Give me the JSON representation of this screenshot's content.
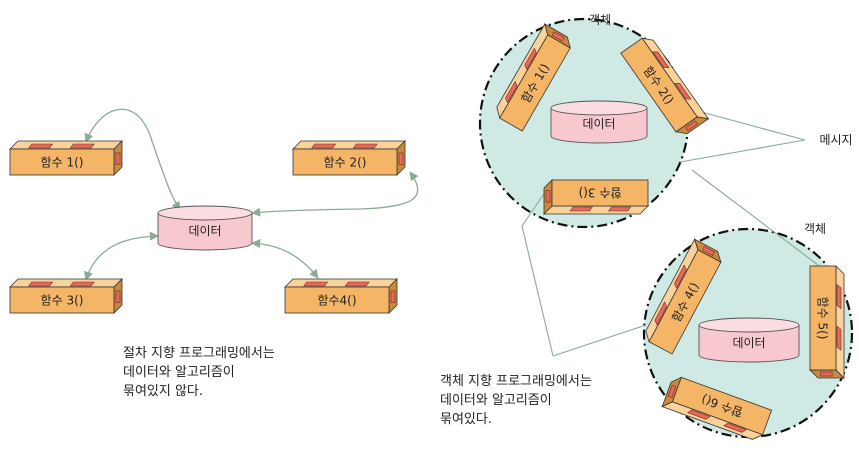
{
  "procedural": {
    "functions": [
      "함수 1()",
      "함수 2()",
      "함수 3()",
      "함수4()"
    ],
    "data_label": "데이터",
    "caption_lines": [
      "절차 지향 프로그래밍에서는",
      "데이터와 알고리즘이",
      "묶여있지 않다."
    ]
  },
  "object_oriented": {
    "object_label": "객체",
    "message_label": "메시지",
    "object1": {
      "functions": [
        "함수 1()",
        "함수 2()",
        "함수 3()"
      ],
      "data_label": "데이터"
    },
    "object2": {
      "functions": [
        "함수 4()",
        "함수 5()",
        "함수 6()"
      ],
      "data_label": "데이터"
    },
    "caption_lines": [
      "객체 지향 프로그래밍에서는",
      "데이터와 알고리즘이",
      "묶여있다."
    ]
  },
  "colors": {
    "box_face": "#f5b566",
    "box_top": "#fbd29a",
    "box_side": "#c98a3c",
    "port": "#e46a5b",
    "db": "#f7c9cf",
    "db_top": "#fbdde1",
    "object_fill": "#cfe9e4",
    "arrow": "#8aab95"
  }
}
